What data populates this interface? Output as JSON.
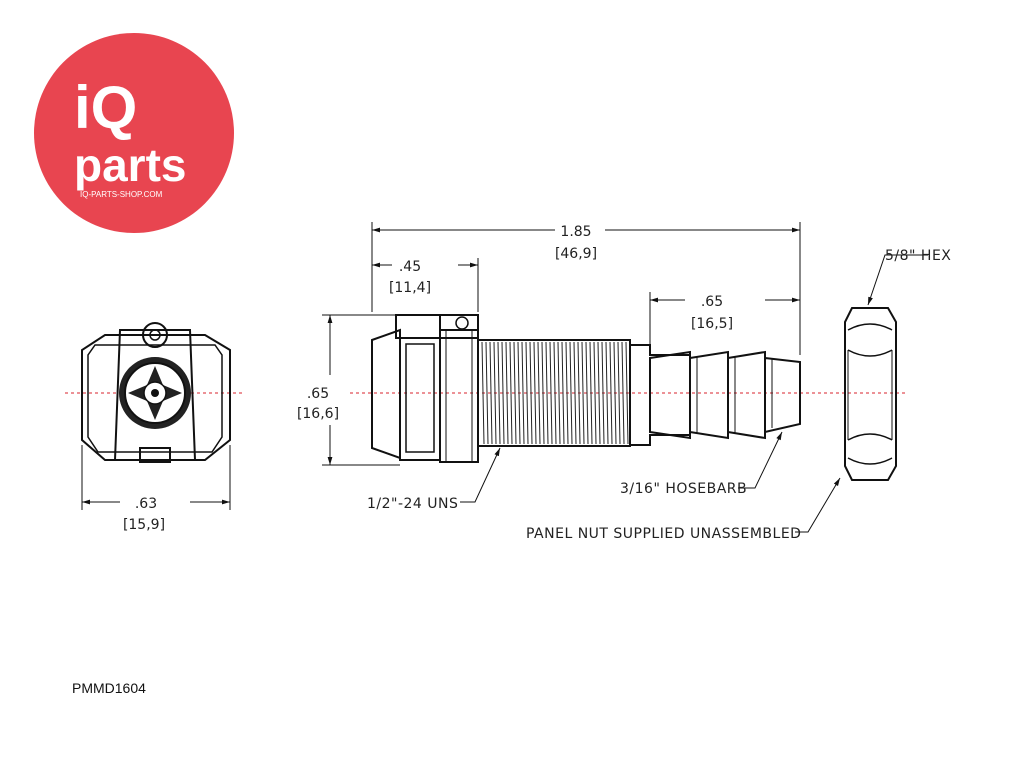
{
  "logo": {
    "line1": "iQ",
    "line2": "parts",
    "line3": "IQ-PARTS-SHOP.COM",
    "color": "#e84550"
  },
  "dimensions": {
    "overall_length": {
      "inch": "1.85",
      "mm": "[46,9]"
    },
    "flange_length": {
      "inch": ".45",
      "mm": "[11,4]"
    },
    "barb_length": {
      "inch": ".65",
      "mm": "[16,5]"
    },
    "height": {
      "inch": ".65",
      "mm": "[16,6]"
    },
    "end_width": {
      "inch": ".63",
      "mm": "[15,9]"
    }
  },
  "notes": {
    "hex": "5/8\" HEX",
    "thread": "1/2\"-24 UNS",
    "hosebarb": "3/16\" HOSEBARB",
    "panel_nut": "PANEL NUT SUPPLIED UNASSEMBLED"
  },
  "part_code": "PMMD1604",
  "centerline_color": "#d9232e"
}
